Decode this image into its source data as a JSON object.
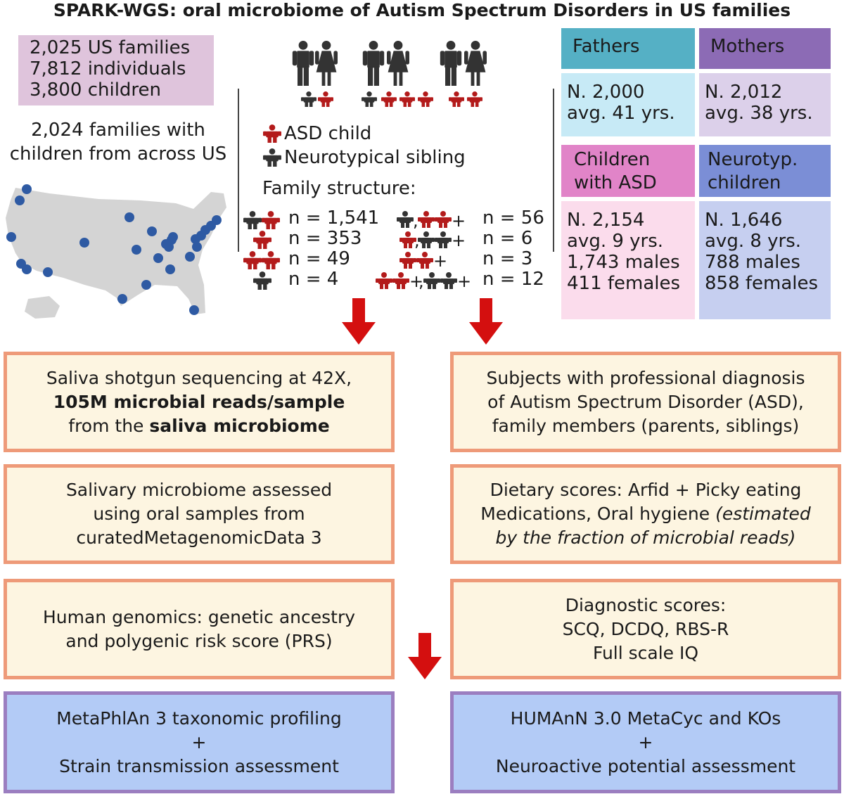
{
  "title": "SPARK-WGS: oral microbiome of Autism Spectrum Disorders in US families",
  "stats": [
    "2,025 US families",
    "7,812 individuals",
    "3,800 children"
  ],
  "map_caption": [
    "2,024 families with",
    "children from across US"
  ],
  "legend": {
    "asd": "ASD child",
    "nt": "Neurotypical sibling"
  },
  "family_structure": {
    "label": "Family structure:",
    "left": [
      {
        "icons": [
          "nt",
          "asd"
        ],
        "n": "n = 1,541"
      },
      {
        "icons": [
          "asd"
        ],
        "n": "n = 353"
      },
      {
        "icons": [
          "asd",
          "asd"
        ],
        "n": "n = 49"
      },
      {
        "icons": [
          "nt"
        ],
        "n": "n = 4"
      }
    ],
    "right_labels": [
      "n = 56",
      "n = 6",
      "n = 3",
      "n = 12"
    ]
  },
  "demographics": {
    "fathers": {
      "header": "Fathers",
      "lines": [
        "N. 2,000",
        "avg. 41 yrs."
      ],
      "color": "#55b0c5",
      "bg": "#c7eaf6"
    },
    "mothers": {
      "header": "Mothers",
      "lines": [
        "N. 2,012",
        "avg. 38 yrs."
      ],
      "color": "#8c6bb5",
      "bg": "#dcd0ea"
    },
    "asd_children": {
      "header": [
        "Children",
        "with ASD"
      ],
      "lines": [
        "N. 2,154",
        "avg. 9 yrs.",
        "1,743 males",
        "411 females"
      ],
      "color": "#e184c8",
      "bg": "#fbdcec"
    },
    "nt_children": {
      "header": [
        "Neurotyp.",
        "children"
      ],
      "lines": [
        "N. 1,646",
        "avg. 8 yrs.",
        "788 males",
        "858 females"
      ],
      "color": "#7b8ed6",
      "bg": "#c6cff0"
    }
  },
  "left_boxes": {
    "seq": {
      "line1": "Saliva shotgun sequencing at 42X,",
      "line2": "105M microbial reads/sample",
      "line3_pre": "from the ",
      "line3_bold": "saliva microbiome"
    },
    "cmd": [
      "Salivary microbiome assessed",
      "using oral samples from",
      "curatedMetagenomicData 3"
    ],
    "genomics": [
      "Human genomics: genetic ancestry",
      "and polygenic risk score (PRS)"
    ],
    "metaphlan": [
      "MetaPhlAn 3 taxonomic profiling",
      "+",
      "Strain transmission assessment"
    ]
  },
  "right_boxes": {
    "subjects": [
      "Subjects with professional diagnosis",
      "of Autism Spectrum Disorder (ASD),",
      "family members (parents, siblings)"
    ],
    "dietary": {
      "line1": "Dietary scores: Arfid + Picky eating",
      "line2_pre": "Medications, Oral hygiene ",
      "line2_it": "(estimated",
      "line3_it": "by the fraction of microbial reads)"
    },
    "diagnostic": [
      "Diagnostic scores:",
      "SCQ, DCDQ, RBS-R",
      "Full scale IQ"
    ],
    "humann": [
      "HUMAnN 3.0 MetaCyc and KOs",
      "+",
      "Neuroactive potential assessment"
    ]
  },
  "colors": {
    "asd_icon": "#b31b1b",
    "nt_icon": "#333333",
    "arrow": "#d40f0f",
    "map_dot": "#2e5aa3",
    "map_land": "#d4d4d4",
    "box_border": "#ee9a79",
    "box_fill": "#fdf5e1",
    "blue_border": "#9b7ec0",
    "blue_fill": "#b3cbf6"
  }
}
